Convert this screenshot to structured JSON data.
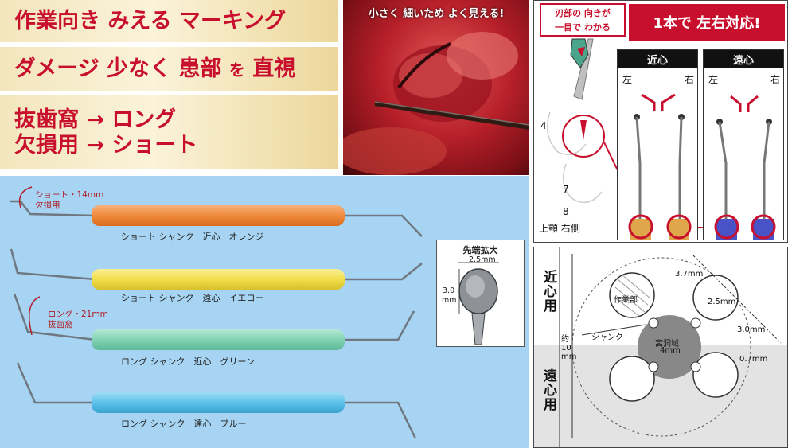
{
  "headlines": {
    "line1": "作業向き みえる マーキング",
    "line2_a": "ダメージ 少なく 患部 ",
    "line2_b": "を",
    "line2_c": " 直視",
    "line3a": "抜歯窩 → ロング",
    "line3b": "欠損用 → ショート"
  },
  "photo": {
    "caption": "小さく 細いため よく見える!"
  },
  "instruments": [
    {
      "caption": "ショート シャンク　近心　オレンジ",
      "color": "#f08a3c"
    },
    {
      "caption": "ショート シャンク　遠心　イエロー",
      "color": "#f2de4a"
    },
    {
      "caption": "ロング シャンク　近心　グリーン",
      "color": "#7fd2b4"
    },
    {
      "caption": "ロング シャンク　遠心　ブルー",
      "color": "#5cc2ea"
    }
  ],
  "tags": {
    "short_line1": "ショート・14mm",
    "short_line2": "欠損用",
    "long_line1": "ロング・21mm",
    "long_line2": "抜歯窩"
  },
  "magnify": {
    "title": "先端拡大",
    "width": "2.5mm",
    "height_value": "3.0",
    "height_unit": "mm"
  },
  "right_top": {
    "banner": "1本で 左右対応!",
    "callout_line1": "刃部の 向きが",
    "callout_line2": "一目で わかる",
    "mesial": "近心",
    "distal": "遠心",
    "left": "左",
    "right": "右",
    "jaw": "上顎 右側",
    "tooth_numbers": [
      "4",
      "7",
      "8"
    ]
  },
  "diagram": {
    "mesial_vertical": "近心用",
    "distal_vertical": "遠心用",
    "approx_label": "約 10 mm",
    "work_part": "作業部",
    "shank": "シャンク",
    "cavity_line1": "窩洞域",
    "cavity_line2": "4mm",
    "dim_37": "3.7mm",
    "dim_25": "2.5mm",
    "dim_30": "3.0mm",
    "dim_07": "0.7mm"
  },
  "colors": {
    "accent_red": "#c8102e",
    "panel_blue": "#a6d4f2",
    "headline_bg": "#f3e6bd"
  }
}
